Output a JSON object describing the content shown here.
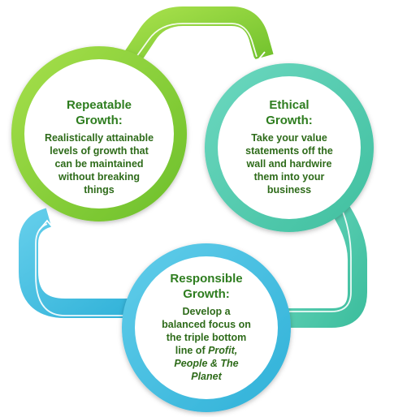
{
  "nodes": {
    "repeatable": {
      "title_line1": "Repeatable",
      "title_line2": "Growth:",
      "text_lines": [
        "Realistically attainable",
        "levels of growth that",
        "can be maintained",
        "without breaking",
        "things"
      ]
    },
    "ethical": {
      "title_line1": "Ethical",
      "title_line2": "Growth:",
      "text_lines": [
        "Take your value",
        "statements off the",
        "wall and hardwire",
        "them into your",
        "business"
      ]
    },
    "responsible": {
      "title_line1": "Responsible",
      "title_line2": "Growth:",
      "text_lines": [
        "Develop a",
        "balanced focus on",
        "the triple bottom",
        "line of"
      ],
      "italic_1": "Profit,",
      "italic_2": "People & The",
      "italic_3": "Planet"
    }
  },
  "colors": {
    "green_arrow": "#8fd13a",
    "teal_arrow": "#5fcfb6",
    "blue_arrow": "#4cc0e2",
    "title_text": "#2e7d1f"
  }
}
